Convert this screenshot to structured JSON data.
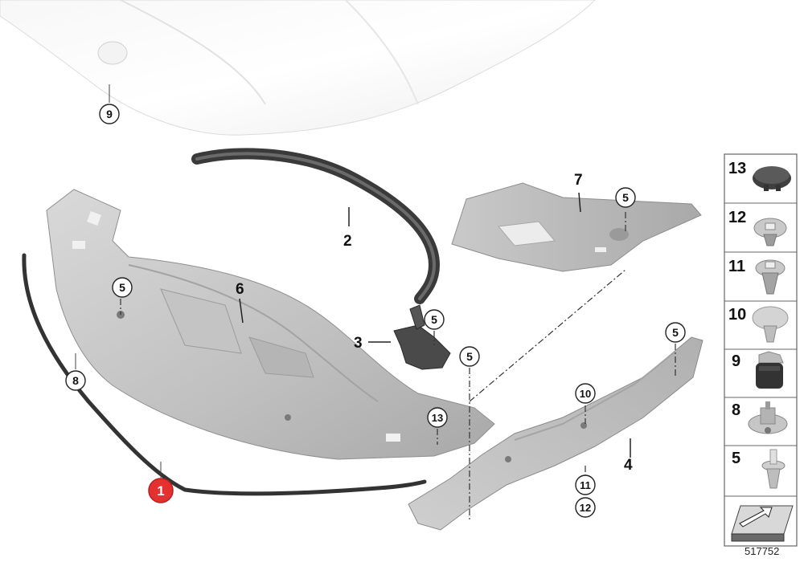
{
  "diagram": {
    "reference_number": "517752",
    "highlighted_part": "1",
    "parts": {
      "p2": "2",
      "p3": "3",
      "p4": "4",
      "p6": "6",
      "p7": "7"
    },
    "circled": {
      "c9": "9",
      "c8": "8",
      "c5_panel6": "5",
      "c5_bracket3": "5",
      "c5_center": "5",
      "c5_panel7": "5",
      "c5_panel4": "5",
      "c13": "13",
      "c10": "10",
      "c11": "11",
      "c12": "12"
    },
    "legend": [
      {
        "number": "13",
        "icon": "plug-cap-icon"
      },
      {
        "number": "12",
        "icon": "expanding-nut-icon"
      },
      {
        "number": "11",
        "icon": "clip-nut-icon"
      },
      {
        "number": "10",
        "icon": "push-rivet-icon"
      },
      {
        "number": "9",
        "icon": "rubber-buffer-icon"
      },
      {
        "number": "8",
        "icon": "adjustable-buffer-icon"
      },
      {
        "number": "5",
        "icon": "expanding-rivet-icon"
      },
      {
        "number": "",
        "icon": "arrow-shim-icon"
      }
    ],
    "colors": {
      "panel_light": "#d6d6d6",
      "panel_mid": "#b9b9b9",
      "panel_dark": "#9a9a9a",
      "seal": "#3a3a3a",
      "highlight": "#e53030"
    }
  }
}
